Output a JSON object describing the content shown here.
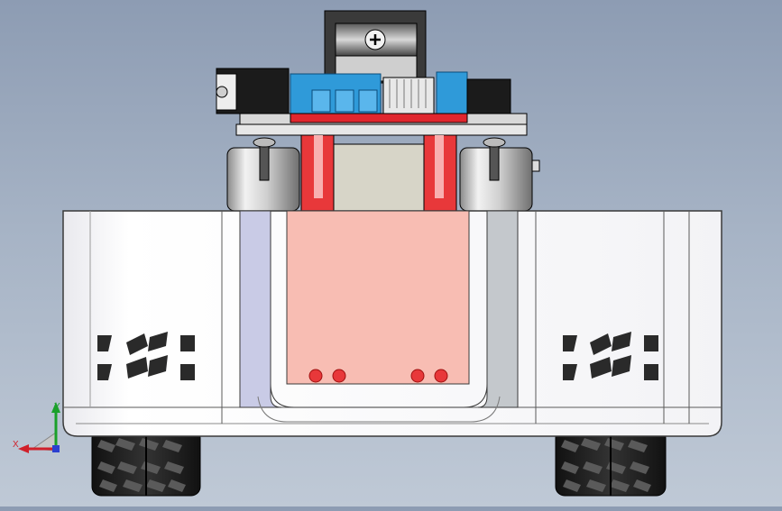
{
  "viewport": {
    "background_top": "#8d9cb3",
    "background_bottom": "#bfc9d6",
    "model": "robot-car-front-view"
  },
  "triad": {
    "x_label": "X",
    "y_label": "Y",
    "x_color": "#d0202a",
    "y_color": "#1aa02a",
    "z_color": "#2b3fd0"
  },
  "colors": {
    "body_white": "#f7f7f9",
    "body_outline": "#3a3a3a",
    "panel_pink": "#f8bdb3",
    "panel_side_lavender": "#c9cbe6",
    "panel_side_grey": "#c4c8cc",
    "board_blue": "#2f9ad9",
    "board_red": "#e0262e",
    "motor_silver": "#d9d9d9",
    "tire_black": "#1c1c1c",
    "bracket_red": "#e8383a"
  },
  "icons": [
    "coordinate-triad-icon"
  ]
}
